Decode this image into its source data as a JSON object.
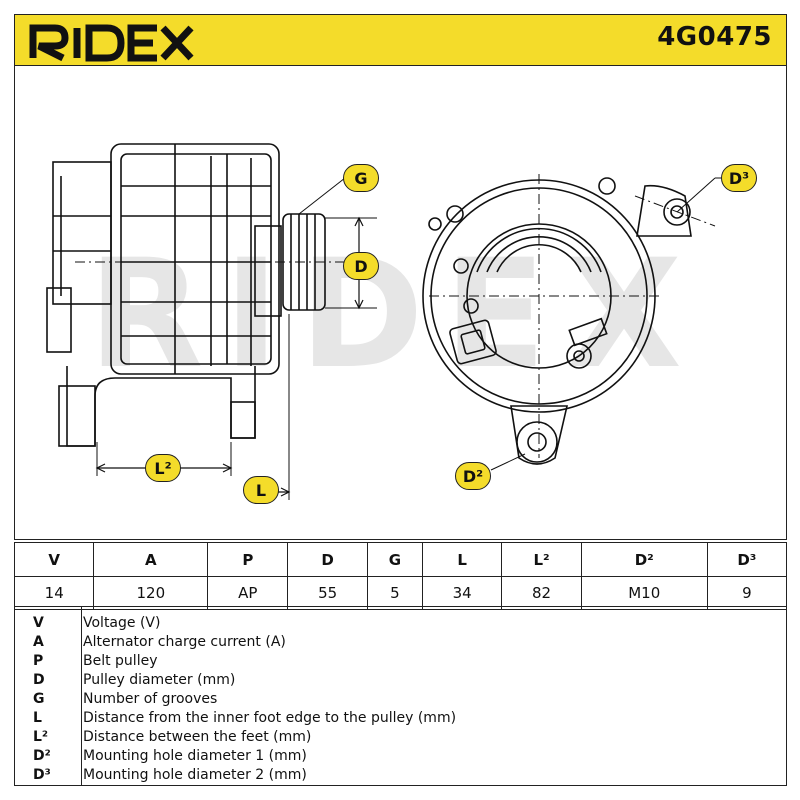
{
  "header": {
    "brand": "RIDEX",
    "part_number": "4G0475",
    "colors": {
      "accent": "#f4dc2a",
      "line": "#222222"
    }
  },
  "drawing": {
    "watermark": "RIDEX",
    "labels": {
      "G": "G",
      "D": "D",
      "D3": "D³",
      "D2": "D²",
      "L2": "L²",
      "L": "L"
    }
  },
  "table": {
    "headers": [
      "V",
      "A",
      "P",
      "D",
      "G",
      "L",
      "L²",
      "D²",
      "D³"
    ],
    "values": [
      "14",
      "120",
      "AP",
      "55",
      "5",
      "34",
      "82",
      "M10",
      "9"
    ]
  },
  "legend": [
    {
      "key": "V",
      "text": "Voltage (V)"
    },
    {
      "key": "A",
      "text": "Alternator charge current (A)"
    },
    {
      "key": "P",
      "text": "Belt pulley"
    },
    {
      "key": "D",
      "text": "Pulley diameter (mm)"
    },
    {
      "key": "G",
      "text": "Number of grooves"
    },
    {
      "key": "L",
      "text": "Distance from the inner foot edge to the pulley (mm)"
    },
    {
      "key": "L²",
      "text": "Distance between the feet (mm)"
    },
    {
      "key": "D²",
      "text": "Mounting hole diameter 1 (mm)"
    },
    {
      "key": "D³",
      "text": "Mounting hole diameter 2 (mm)"
    }
  ]
}
